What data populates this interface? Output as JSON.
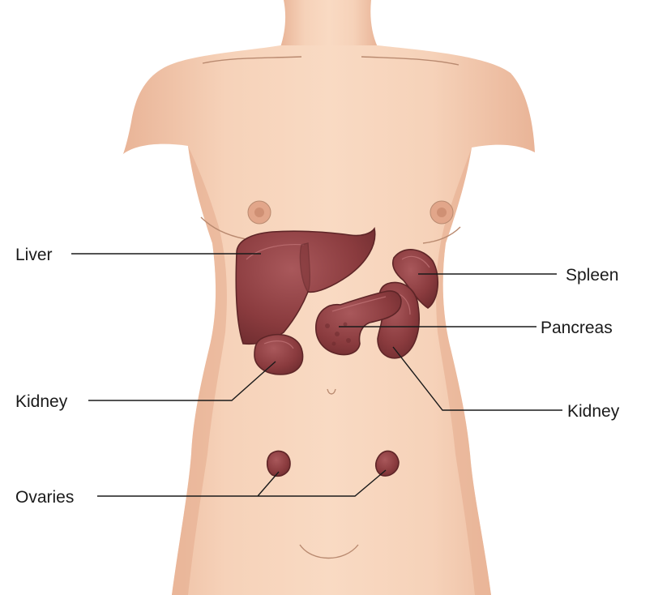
{
  "labels": {
    "liver": "Liver",
    "spleen": "Spleen",
    "pancreas": "Pancreas",
    "kidney_left_side": "Kidney",
    "kidney_right_side": "Kidney",
    "ovaries": "Ovaries"
  },
  "colors": {
    "skin": "#f4cdb2",
    "skin_shadow": "#e8b598",
    "organ": "#8e3f42",
    "organ_dark": "#6b2a2d",
    "label_text": "#1a1a1a"
  }
}
